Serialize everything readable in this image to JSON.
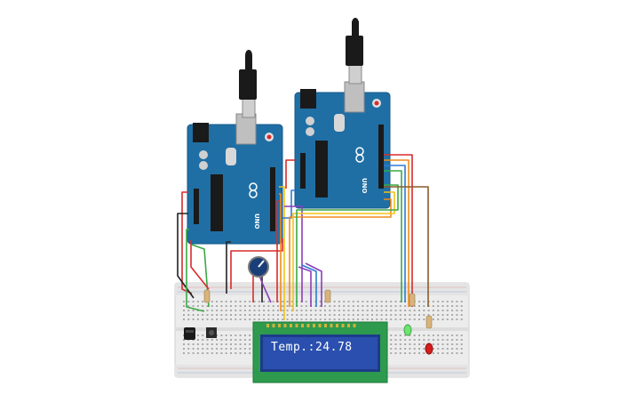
{
  "circuit": {
    "lcd": {
      "line1": "Temp.:24.78"
    },
    "arduino_left": {
      "label": "UNO",
      "color": "#1f6fa5"
    },
    "arduino_right": {
      "label": "UNO",
      "color": "#1f6fa5"
    },
    "colors": {
      "board": "#1f6fa5",
      "board_dark": "#155a88",
      "breadboard": "#ececec",
      "lcd_pcb": "#2e9a4e",
      "lcd_screen": "#2a4fae",
      "usb": "#1a1a1a",
      "wire_red": "#d92b2b",
      "wire_black": "#222222",
      "wire_yellow": "#f0c419",
      "wire_orange": "#f08a1c",
      "wire_green": "#3aa845",
      "wire_blue": "#2e7bd6",
      "wire_purple": "#8a3fb8",
      "wire_brown": "#8a5a2b",
      "led_green": "#6fe36f",
      "led_red": "#d61c1c"
    }
  }
}
